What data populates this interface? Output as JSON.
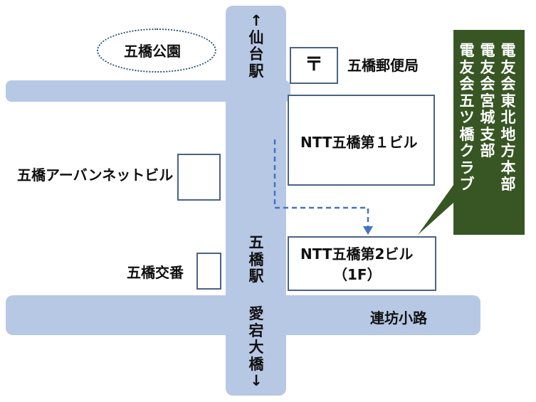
{
  "roads": {
    "north_label": "↑仙台駅",
    "station_label": "五橋駅",
    "south_label": "愛宕大橋↓",
    "east_road": "連坊小路"
  },
  "landmarks": {
    "park": "五橋公園",
    "post_office": "五橋郵便局",
    "post_mark": "〒",
    "ntt1": "NTT五橋第１ビル",
    "ntt2_line1": "NTT五橋第2ビル",
    "ntt2_line2": "（1F）",
    "urban_net": "五橋アーバンネットビル",
    "koban": "五橋交番"
  },
  "callout": {
    "lines": [
      "電友会東北地方本部",
      "電友会宮城支部",
      "電友会五ツ橋クラブ"
    ],
    "bg_color": "#375623"
  },
  "colors": {
    "road": "#b7c8e4",
    "route": "#4472c4",
    "border": "#4a6385"
  }
}
